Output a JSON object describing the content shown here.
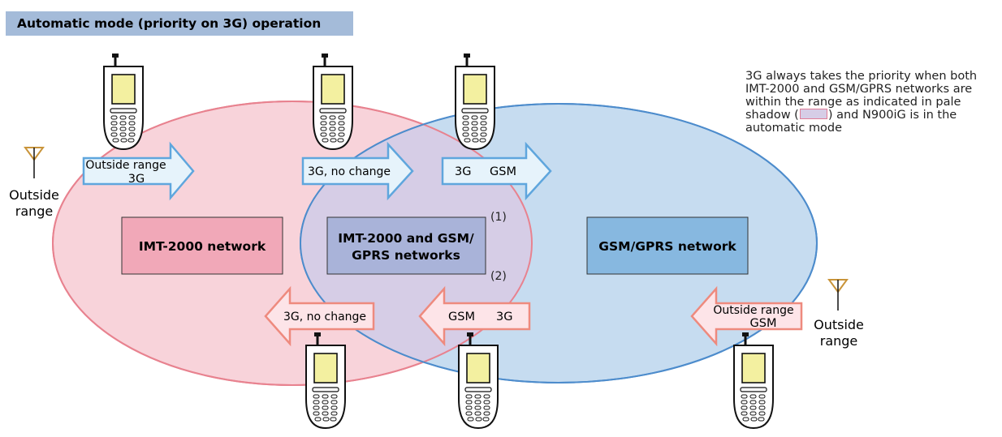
{
  "title": "Automatic mode (priority on 3G) operation",
  "note": {
    "before_swatch": "3G always takes the priority when both IMT-2000 and GSM/GPRS networks are within the range as indicated in pale shadow (",
    "after_swatch": ") and N900iG is in the automatic mode"
  },
  "networks": {
    "imt2000": "IMT-2000 network",
    "overlap_line1": "IMT-2000 and GSM/",
    "overlap_line2": "GPRS networks",
    "gsm": "GSM/GPRS network"
  },
  "markers": {
    "m1": "(1)",
    "m2": "(2)"
  },
  "arrows": {
    "a1_line1": "Outside range",
    "a1_line2": "3G",
    "a2": "3G, no change",
    "a3_left": "3G",
    "a3_right": "GSM",
    "a4": "3G, no change",
    "a5_left": "GSM",
    "a5_right": "3G",
    "a6_line1": "Outside range",
    "a6_line2": "GSM"
  },
  "outside_left": {
    "line1": "Outside",
    "line2": "range"
  },
  "outside_right": {
    "line1": "Outside",
    "line2": "range"
  },
  "colors": {
    "title_bg": "#a4bbd9",
    "imt_fill": "#f8d3da",
    "imt_stroke": "#e8828f",
    "gsm_fill": "#c6dcf0",
    "gsm_stroke": "#4d8ccc",
    "overlap_fill": "#d6cde6",
    "imt_box": "#f1a8b8",
    "overlap_box": "#a9b3d9",
    "gsm_box": "#87b8e0",
    "arrow_blue": "#5fa6dd",
    "arrow_blue_fill": "#e6f3fb",
    "arrow_pink": "#ee8a7e",
    "arrow_pink_fill": "#fde4e8",
    "antenna": "#c9943a"
  },
  "icons": [
    "mobile-phone-icon",
    "antenna-icon"
  ]
}
